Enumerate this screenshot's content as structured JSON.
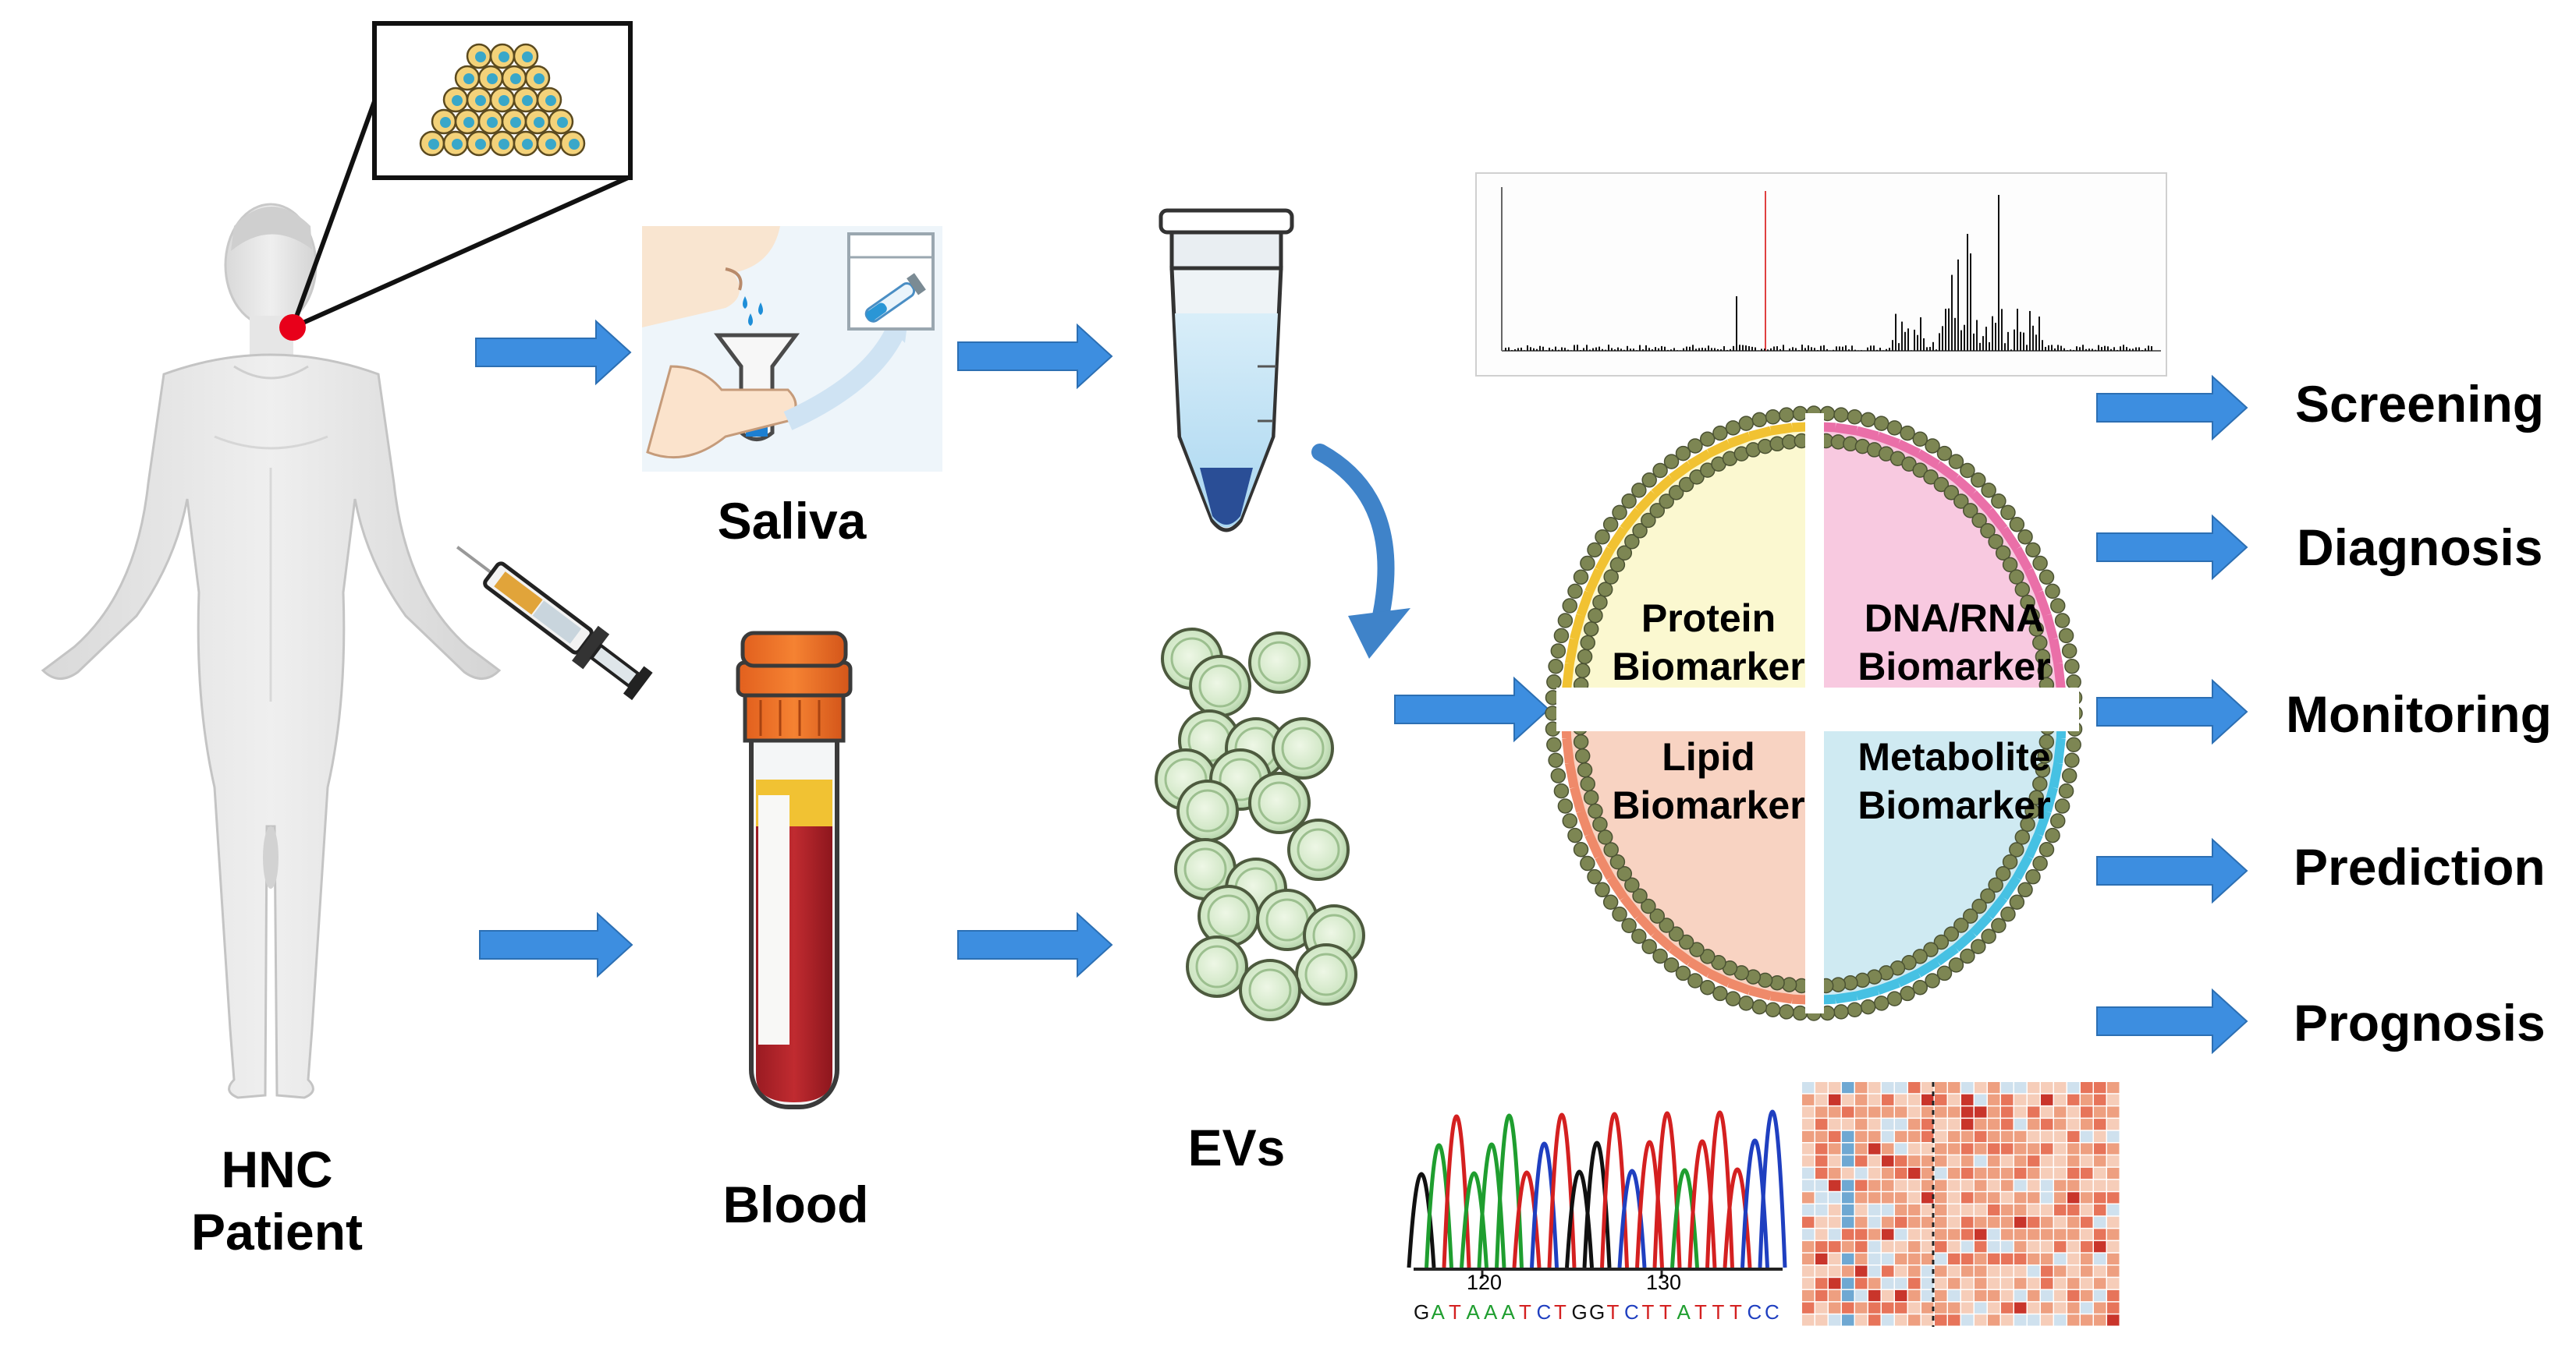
{
  "patient": {
    "line1": "HNC",
    "line2": "Patient"
  },
  "samples": {
    "saliva": "Saliva",
    "blood": "Blood"
  },
  "evs_label": "EVs",
  "biomarkers": {
    "protein": {
      "line1": "Protein",
      "line2": "Biomarker",
      "color": "#fbf8d0"
    },
    "dna_rna": {
      "line1": "DNA/RNA",
      "line2": "Biomarker",
      "color": "#f8c9e0"
    },
    "lipid": {
      "line1": "Lipid",
      "line2": "Biomarker",
      "color": "#f8d3c2"
    },
    "metabolite": {
      "line1": "Metabolite",
      "line2": "Biomarker",
      "color": "#cfeaf2"
    }
  },
  "outcomes": [
    "Screening",
    "Diagnosis",
    "Monitoring",
    "Prediction",
    "Prognosis"
  ],
  "sequencing": {
    "tick_labels": [
      "120",
      "130"
    ],
    "bases": [
      "G",
      "A",
      "T",
      "A",
      "A",
      "A",
      "T",
      "C",
      "T",
      "G",
      "G",
      "T",
      "C",
      "T",
      "T",
      "A",
      "T",
      "T",
      "T",
      "C",
      "C"
    ]
  },
  "colors": {
    "arrow": "#3d8ee0",
    "base_A": "#1f9e2f",
    "base_C": "#1f3fc0",
    "base_G": "#111111",
    "base_T": "#d42020",
    "tumor_marker": "#e8001a"
  }
}
